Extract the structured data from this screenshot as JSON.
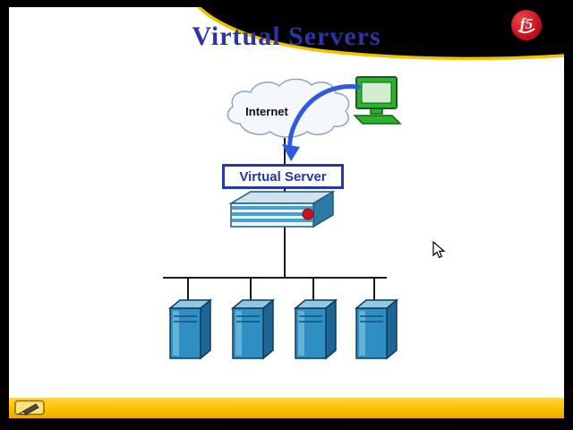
{
  "slide": {
    "title": "Virtual Servers",
    "logo": {
      "text": "f5"
    },
    "diagram": {
      "internet_label": "Internet",
      "virtual_server_label": "Virtual Server",
      "server_count": 4,
      "nodes": [
        "Internet cloud",
        "Client computer",
        "Virtual Server",
        "BIG-IP appliance",
        "Server 1",
        "Server 2",
        "Server 3",
        "Server 4"
      ]
    },
    "colors": {
      "title_blue": "#2a35a6",
      "accent_yellow": "#fdc500",
      "logo_red": "#cc1420",
      "arrow_blue": "#2d5ae0",
      "server_blue": "#2f8fc2",
      "virtual_server_border": "#2038b0"
    }
  }
}
